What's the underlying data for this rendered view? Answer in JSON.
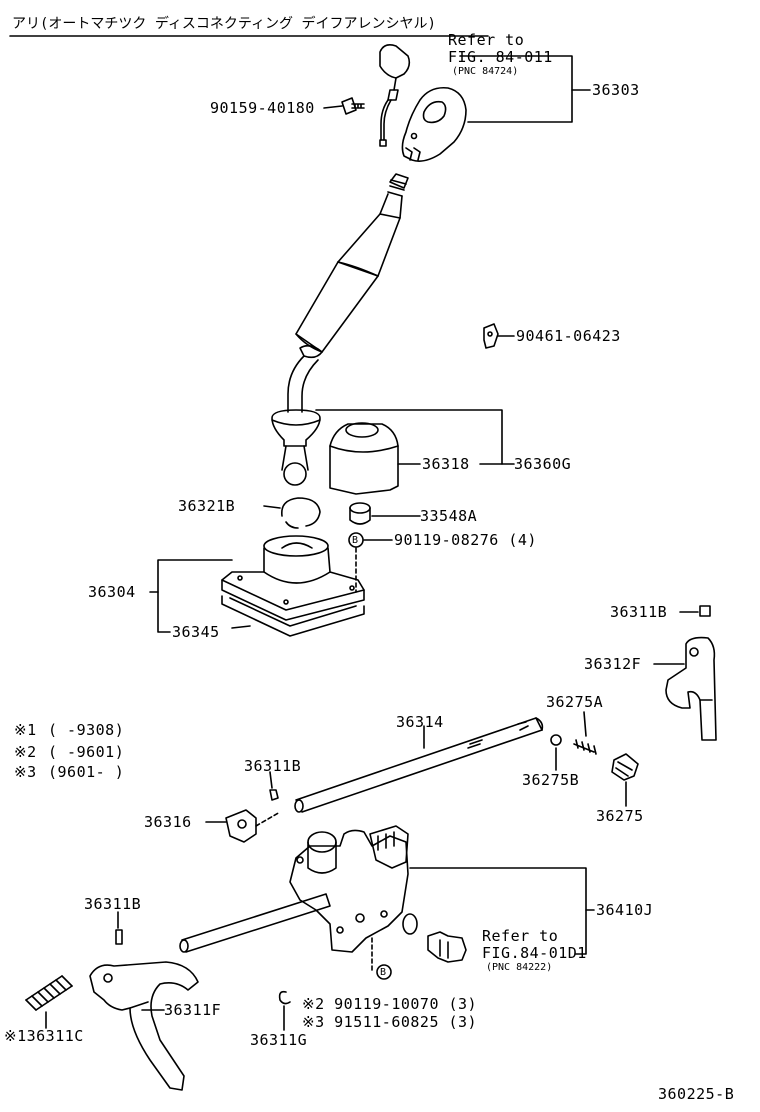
{
  "title": "アリ(オートマチツク ディスコネクティング デイフアレンシヤル)",
  "drawing_no": "360225-B",
  "refer_top": {
    "line1": "Refer to",
    "line2": "FIG. 84-011",
    "pnc": "(PNC 84724)"
  },
  "refer_bottom": {
    "line1": "Refer to",
    "line2": "FIG.84-01D1",
    "pnc": "(PNC 84222)"
  },
  "legend": [
    {
      "mark": "※1",
      "range": "(    -9308)"
    },
    {
      "mark": "※2",
      "range": "(    -9601)"
    },
    {
      "mark": "※3",
      "range": "(9601-     )"
    }
  ],
  "parts": {
    "p36303": "36303",
    "p90159": "90159-40180",
    "p90461": "90461-06423",
    "p36318": "36318",
    "p36360g": "36360G",
    "p36321b": "36321B",
    "p33548a": "33548A",
    "p90119a": "90119-08276 (4)",
    "p36304": "36304",
    "p36345": "36345",
    "p36311b_a": "36311B",
    "p36312f": "36312F",
    "p36275a": "36275A",
    "p36314": "36314",
    "p36311b_b": "36311B",
    "p36275b": "36275B",
    "p36316": "36316",
    "p36275": "36275",
    "p36410j": "36410J",
    "p36311b_c": "36311B",
    "p36311f": "36311F",
    "p36311c": "※136311C",
    "p36311g": "36311G",
    "p90119b": "※2 90119-10070 (3)",
    "p91511": "※3 91511-60825 (3)"
  },
  "icons": {
    "b_mark": "B"
  }
}
